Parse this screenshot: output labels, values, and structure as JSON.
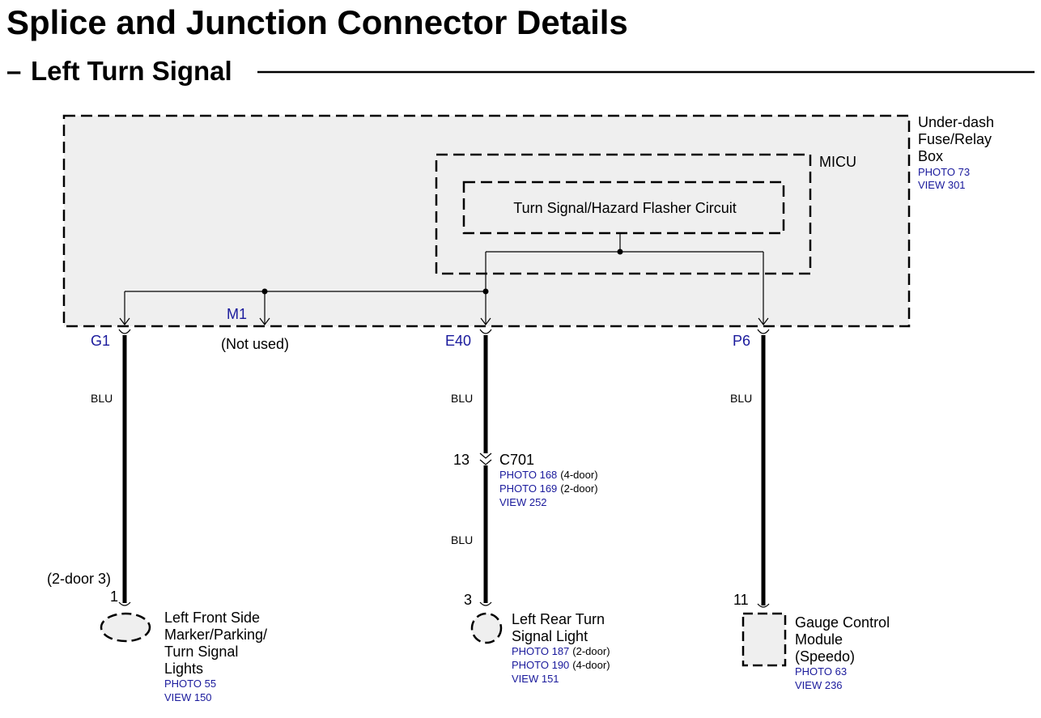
{
  "header": {
    "title": "Splice and Junction Connector Details",
    "subtitle": "Left Turn Signal",
    "subtitle_dash": "–"
  },
  "fuse_box": {
    "name_lines": [
      "Under-dash",
      "Fuse/Relay",
      "Box"
    ],
    "photo": "PHOTO 73",
    "view": "VIEW 301"
  },
  "micu": {
    "name": "MICU",
    "circuit": "Turn Signal/Hazard Flasher Circuit"
  },
  "terminals": {
    "g1": "G1",
    "m1": "M1",
    "m1_note": "(Not used)",
    "e40": "E40",
    "p6": "P6"
  },
  "wires": {
    "left": "BLU",
    "center_upper": "BLU",
    "center_lower": "BLU",
    "right": "BLU"
  },
  "c701": {
    "pin": "13",
    "name": "C701",
    "photo1_link": "PHOTO 168",
    "photo1_note": "(4-door)",
    "photo2_link": "PHOTO 169",
    "photo2_note": "(2-door)",
    "view": "VIEW 252"
  },
  "front_light": {
    "pin_note": "(2-door 3)",
    "pin": "1",
    "name_lines": [
      "Left Front Side",
      "Marker/Parking/",
      "Turn Signal",
      "Lights"
    ],
    "photo": "PHOTO 55",
    "view": "VIEW 150"
  },
  "rear_light": {
    "pin": "3",
    "name_lines": [
      "Left Rear Turn",
      "Signal Light"
    ],
    "photo1_link": "PHOTO 187",
    "photo1_note": "(2-door)",
    "photo2_link": "PHOTO 190",
    "photo2_note": "(4-door)",
    "view": "VIEW 151"
  },
  "gauge": {
    "pin": "11",
    "name_lines": [
      "Gauge Control",
      "Module",
      "(Speedo)"
    ],
    "photo": "PHOTO 63",
    "view": "VIEW 236"
  },
  "colors": {
    "link_blue": "#1a1a9c",
    "box_fill": "#efefef"
  }
}
